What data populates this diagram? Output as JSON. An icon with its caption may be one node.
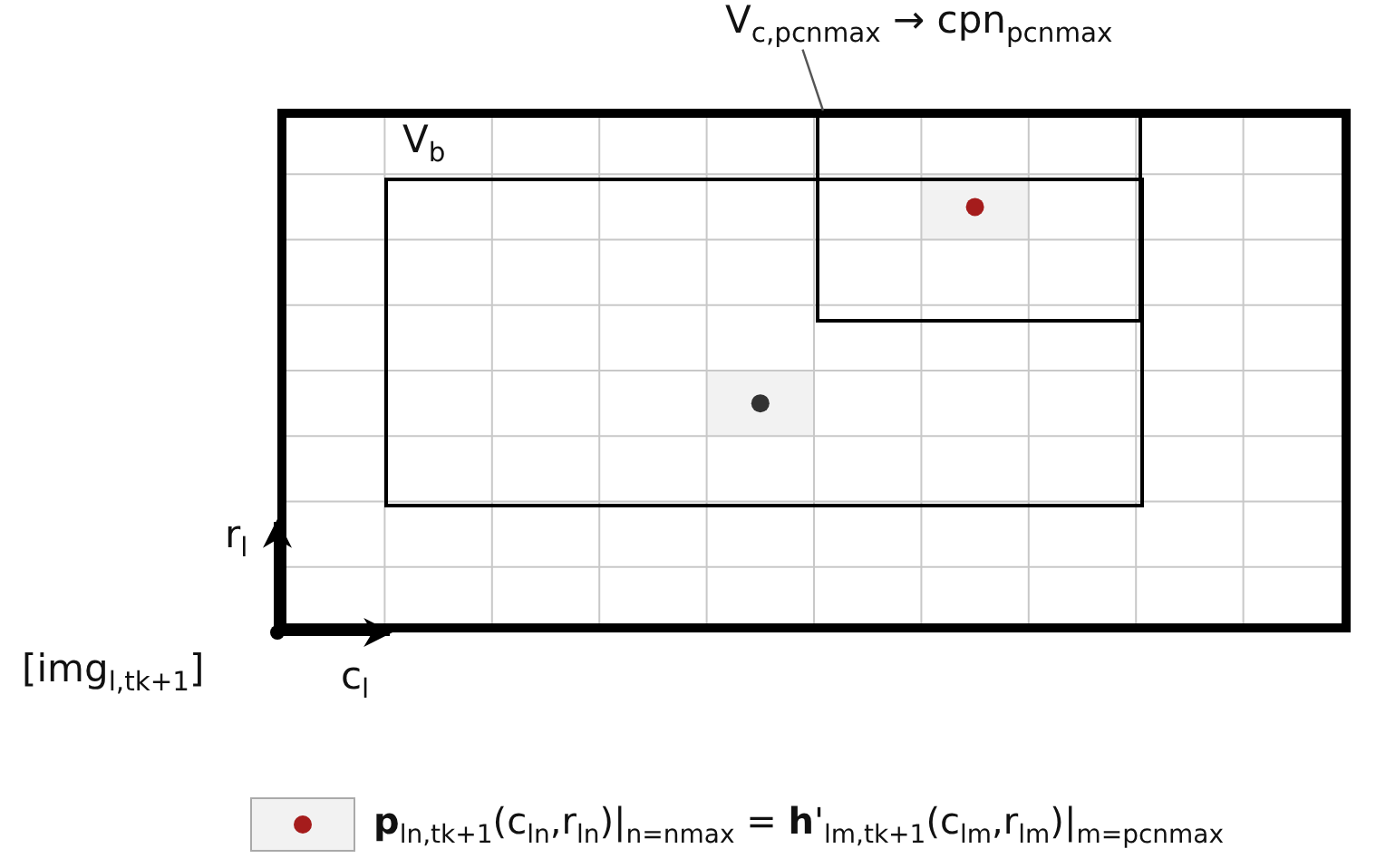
{
  "diagram": {
    "nodes": [
      {
        "text": [
          "[img$_{l,tk+1}$]"
        ]
      },
      {
        "text": [
          "V$_{b}$"
        ],
        "in": 0
      },
      {
        "text": [
          "V$_{c,pc}$$_{nmax}$ → cpn$_{pc}$$_{nmax}$"
        ]
      },
      {
        "text": [],
        "shape": "box",
        "in": 0
      }
    ],
    "edges": [
      {
        "from": 2,
        "to": 3,
        "arrow": "none"
      }
    ],
    "labels": [
      "r$_{l}$",
      "c$_{l}$"
    ],
    "legend": [
      {
        "text": "**p**$_{ln,tk+1}$(c$_{ln}$,r$_{ln}$)|$_{n=nmax}$ = **h**'$_{lm,tk+1}$(c$_{lm}$,r$_{lm}$)|$_{m=pc}$$_{nmax}$"
      }
    ]
  }
}
